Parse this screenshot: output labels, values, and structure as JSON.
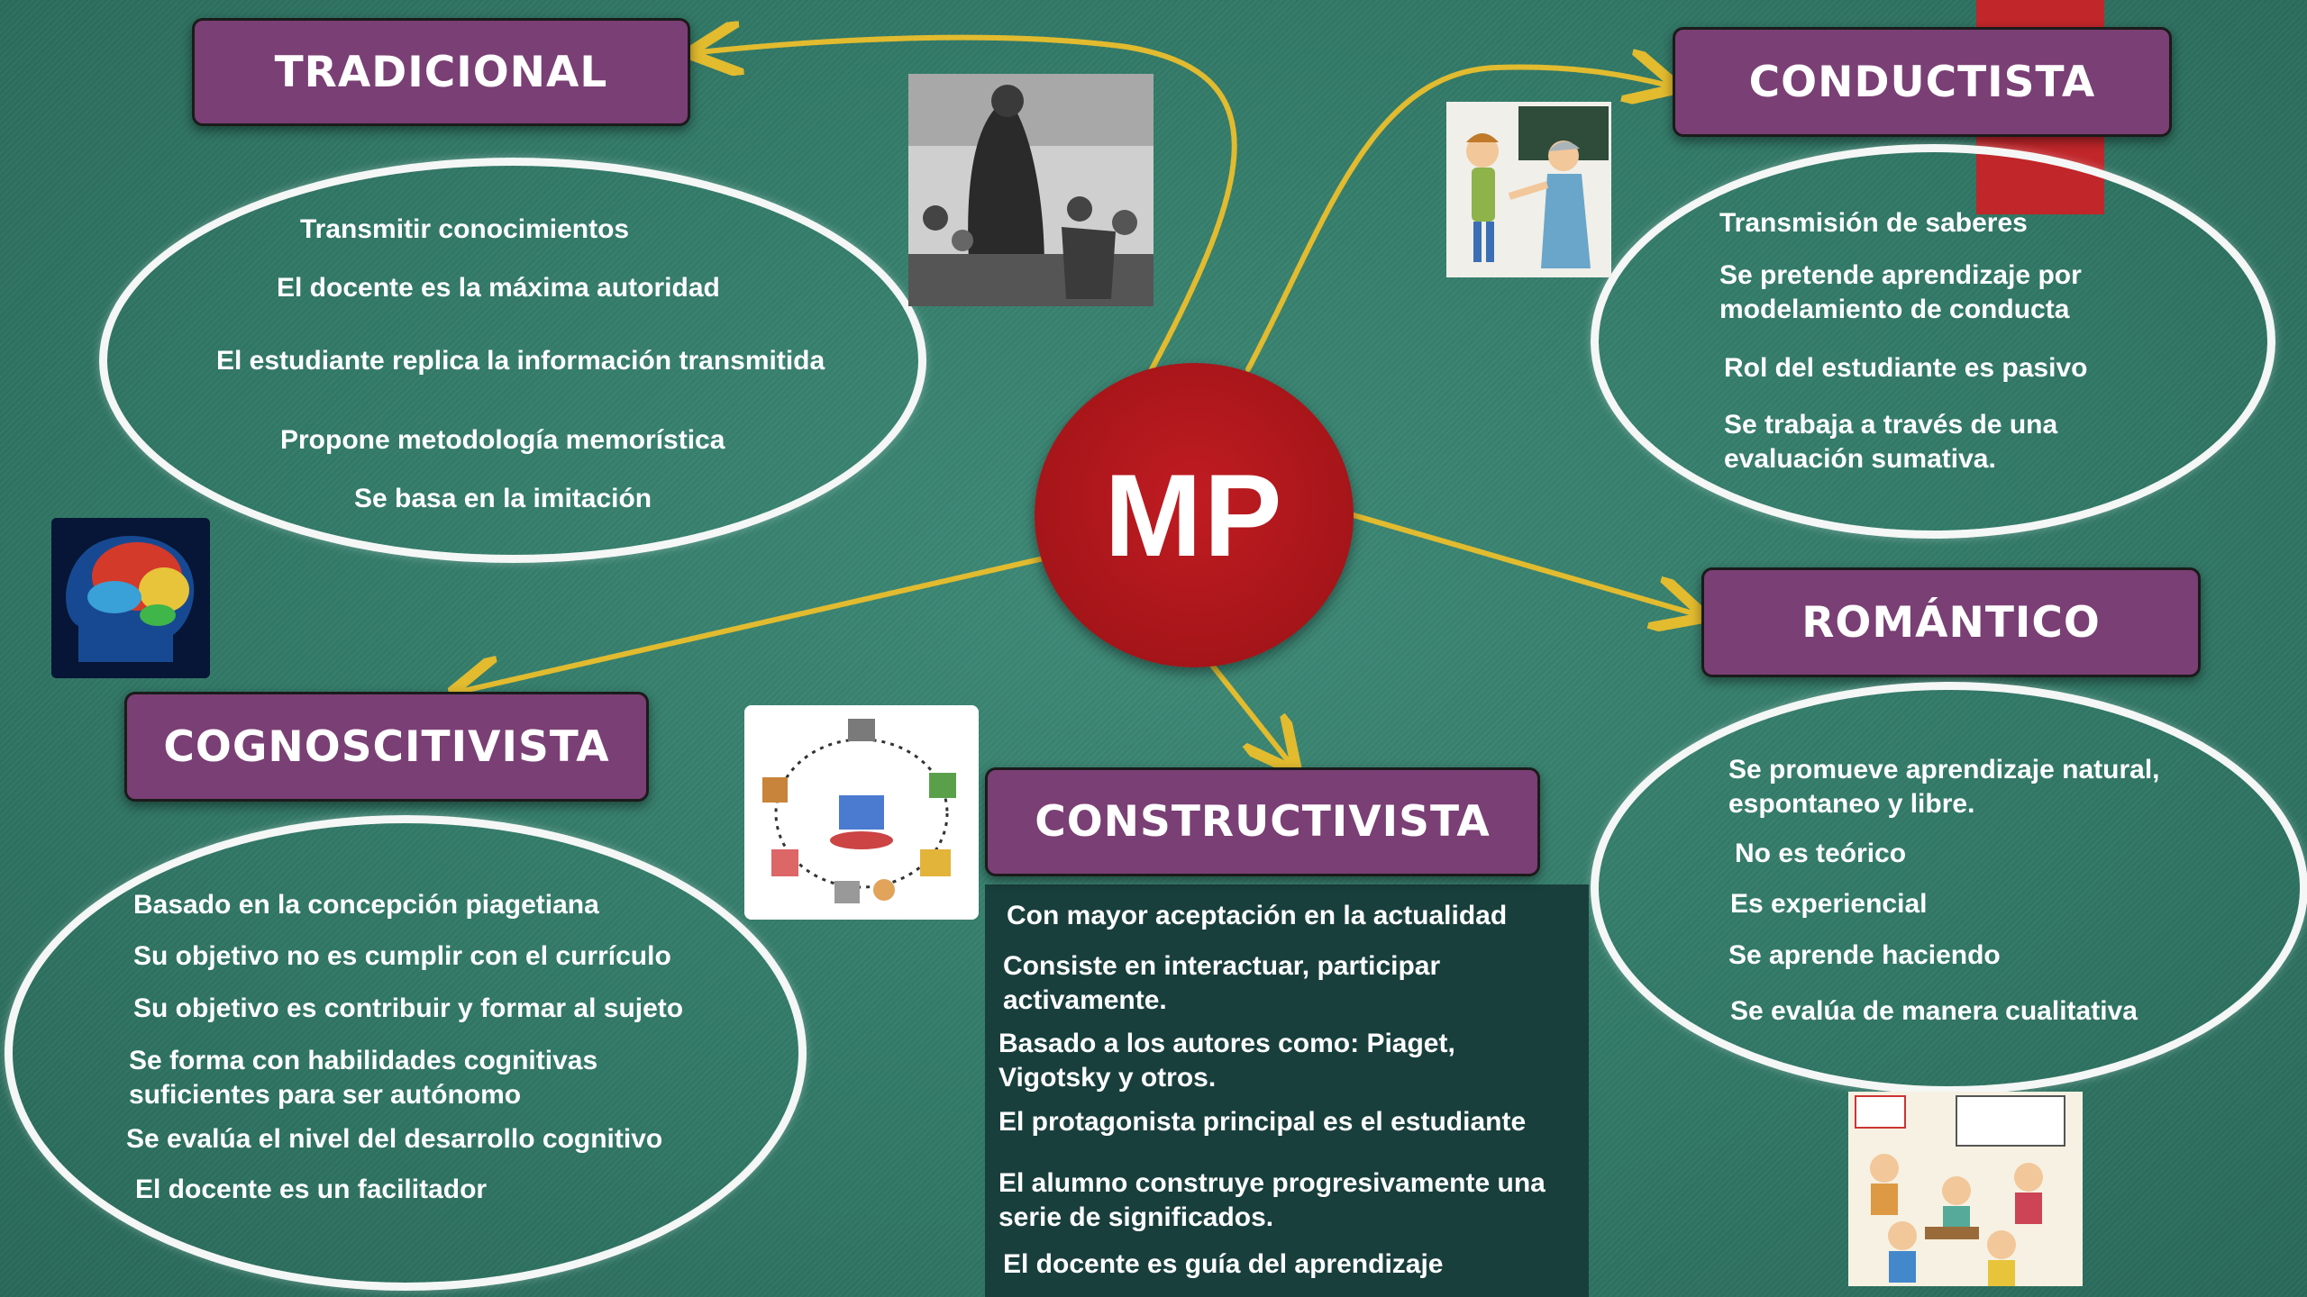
{
  "center": {
    "label": "MP"
  },
  "nodes": {
    "tradicional": {
      "title": "TRADICIONAL",
      "items": [
        "Transmitir conocimientos",
        "El docente es la máxima autoridad",
        "El estudiante replica la información transmitida",
        "Propone metodología memorística",
        "Se basa en la imitación"
      ]
    },
    "conductista": {
      "title": "CONDUCTISTA",
      "items": [
        "Transmisión de saberes",
        "Se pretende aprendizaje por",
        "modelamiento de conducta",
        "Rol del estudiante es pasivo",
        "Se trabaja a través de una",
        "evaluación sumativa."
      ]
    },
    "romantico": {
      "title": "ROMÁNTICO",
      "items": [
        "Se promueve aprendizaje natural,",
        "espontaneo y libre.",
        "No es teórico",
        "Es experiencial",
        "Se aprende haciendo",
        "Se evalúa de manera cualitativa"
      ]
    },
    "cognoscitivista": {
      "title": "COGNOSCITIVISTA",
      "items": [
        "Basado en la concepción piagetiana",
        "Su objetivo no es cumplir con el currículo",
        "Su objetivo es contribuir y formar al sujeto",
        "Se forma con habilidades cognitivas",
        "suficientes para ser autónomo",
        "Se evalúa el nivel del desarrollo cognitivo",
        "El docente es un facilitador"
      ]
    },
    "constructivista": {
      "title": "CONSTRUCTIVISTA",
      "items": [
        "Con mayor aceptación en la actualidad",
        "Consiste en interactuar, participar",
        "activamente.",
        "Basado a los autores como: Piaget,",
        "Vigotsky y otros.",
        "El protagonista principal es el estudiante",
        "El alumno construye progresivamente una",
        "serie de significados.",
        "El docente es guía del aprendizaje"
      ]
    }
  },
  "colors": {
    "background": "#337a68",
    "label_box": "#7a3f74",
    "hub": "#b3181d",
    "arrow": "#e2bb2f",
    "panel": "#193f3d",
    "ellipse_border": "#f4f7f5"
  },
  "icons": [
    "classroom-photo-icon",
    "teacher-student-icon",
    "brain-head-icon",
    "network-learning-icon",
    "kids-classroom-icon"
  ]
}
